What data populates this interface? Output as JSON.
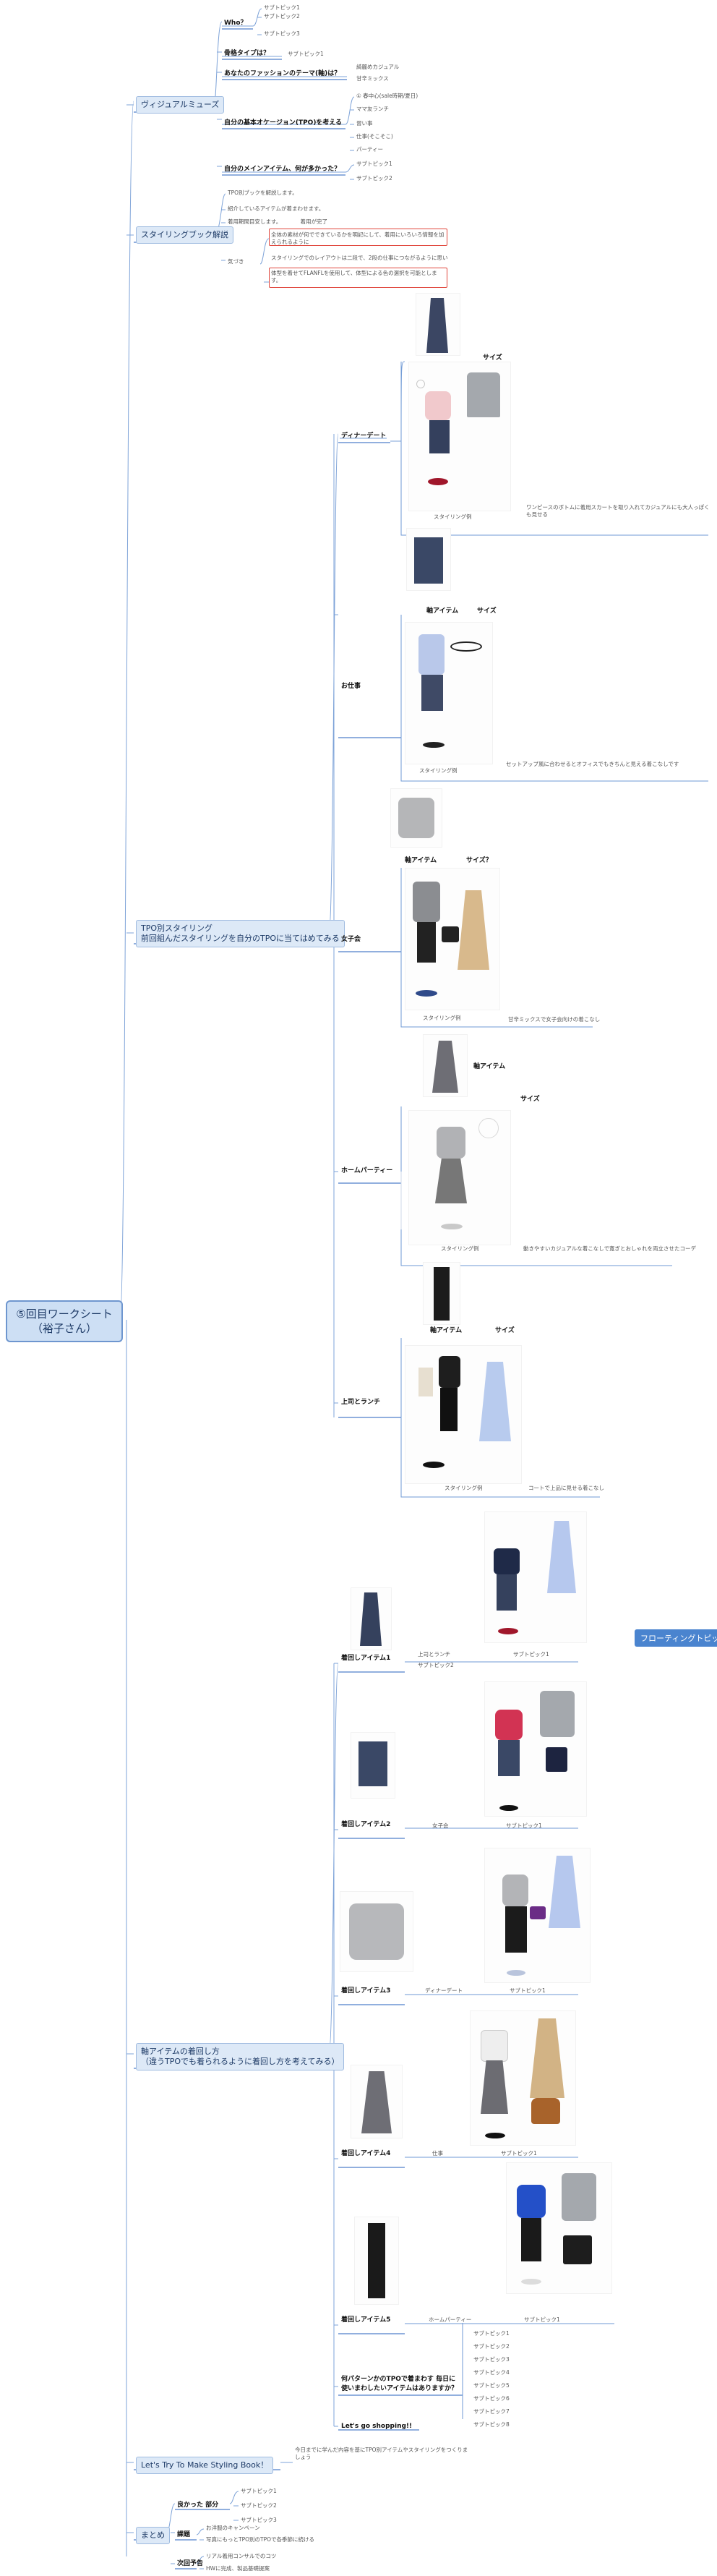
{
  "root": {
    "line1": "⑤回目ワークシート",
    "line2": "（裕子さん）"
  },
  "floating_topic": "フローティングトピック",
  "visual_muse": {
    "title": "ヴィジュアルミューズ",
    "who": {
      "label": "Who？",
      "subs": [
        "サブトピック1",
        "サブトピック2",
        "サブトピック3"
      ]
    },
    "skeleton": {
      "label": "骨格タイプは？",
      "sub": "サブトピック1"
    },
    "theme": {
      "label": "あなたのファッションのテーマ(軸)は？",
      "subs": [
        "綺麗めカジュアル",
        "甘辛ミックス"
      ]
    },
    "tpo": {
      "label": "自分の基本オケージョン(TPO)を考える",
      "subs": [
        "① 春中心(sale時期/夏日)",
        "ママ友ランチ",
        "習い事",
        "仕事(そこそこ)",
        "パーティー"
      ]
    },
    "main_items": {
      "label": "自分のメインアイテム、何が多かった？",
      "subs": [
        "サブトピック1",
        "サブトピック2"
      ]
    }
  },
  "styling_book": {
    "title": "スタイリングブック解説",
    "items": [
      "TPO別ブックを解説します。",
      "紹介しているアイテムが着まわせます。",
      "着用期間目安します。　　　　着用が完了",
      "全体の素材が何でできているかを明記にして、着用にいろいろ情報を加えられるように",
      "スタイリングでのレイアウトは二段で、2段の仕事につながるように思い",
      "体型を着せてFLANFLを使用して、体型による色の選択を可能とします。"
    ],
    "sub_label": "気づき"
  },
  "tpo_styling": {
    "line1": "TPO別スタイリング",
    "line2": "前回組んだスタイリングを自分のTPOに当てはめてみる",
    "scenes": [
      {
        "name": "ディナーデート",
        "main": "",
        "size": "サイズ",
        "caption": "スタイリング例",
        "note": "ワンピースのボトムに着用スカートを取り入れてカジュアルにも大人っぽくも見せる"
      },
      {
        "name": "お仕事",
        "main": "軸アイテム",
        "size": "サイズ",
        "caption": "スタイリング例",
        "note": "セットアップ風に合わせるとオフィスでもきちんと見える着こなしです"
      },
      {
        "name": "女子会",
        "main": "軸アイテム",
        "size": "サイズ？",
        "caption": "スタイリング例",
        "note": "甘辛ミックスで女子会向けの着こなし"
      },
      {
        "name": "ホームパーティー",
        "main": "軸アイテム",
        "size": "サイズ",
        "caption": "スタイリング例",
        "note": "動きやすいカジュアルな着こなしで寛ぎとおしゃれを両立させたコーデ"
      },
      {
        "name": "上司とランチ",
        "main": "軸アイテム",
        "size": "サイズ",
        "caption": "スタイリング例",
        "note": "コートで上品に見せる着こなし"
      }
    ]
  },
  "axis_items": {
    "line1": "軸アイテムの着回し方",
    "line2": "（違うTPOでも着られるように着回し方を考えてみる）",
    "items": [
      {
        "name": "着回しアイテム1",
        "tpo": "上司とランチ",
        "tpo2": "サブトピック2",
        "caption": "サブトピック1"
      },
      {
        "name": "着回しアイテム2",
        "tpo": "女子会",
        "tpo2": "",
        "caption": "サブトピック1"
      },
      {
        "name": "着回しアイテム3",
        "tpo": "ディナーデート",
        "tpo2": "",
        "caption": "サブトピック1"
      },
      {
        "name": "着回しアイテム4",
        "tpo": "仕事",
        "tpo2": "",
        "caption": "サブトピック1"
      },
      {
        "name": "着回しアイテム5",
        "tpo": "ホームパーティー",
        "tpo2": "",
        "caption": "サブトピック1"
      }
    ],
    "question": {
      "line1": "何パターンかのTPOで着まわす 毎日に",
      "line2": "使いまわしたいアイテムはありますか？",
      "subs": [
        "サブトピック1",
        "サブトピック2",
        "サブトピック3",
        "サブトピック4",
        "サブトピック5",
        "サブトピック6",
        "サブトピック7",
        "サブトピック8"
      ]
    },
    "lets_go": "Let's go shopping!!"
  },
  "lets_try": {
    "title": "Let's  Try  To  Make  Styling Book！",
    "note": "今日までに学んだ内容を基にTPO別アイテムやスタイリングをつくりましょう"
  },
  "summary": {
    "title": "まとめ",
    "good": {
      "label": "良かった 部分",
      "subs": [
        "サブトピック1",
        "サブトピック2",
        "サブトピック3"
      ]
    },
    "issues": {
      "label": "課題",
      "subs": [
        "お洋服のキャンペーン",
        "写真にもっとTPO別のTPOで各季節に続ける"
      ]
    },
    "next": {
      "label": "次回予告",
      "subs": [
        "リアル着用コンサルでのコツ",
        "HWに完成、製品基礎提案"
      ]
    }
  },
  "colors": {
    "accent": "#4a84cf",
    "line": "#6f9ad6",
    "node_bg": "#dde9f7",
    "red": "#e0463c"
  }
}
